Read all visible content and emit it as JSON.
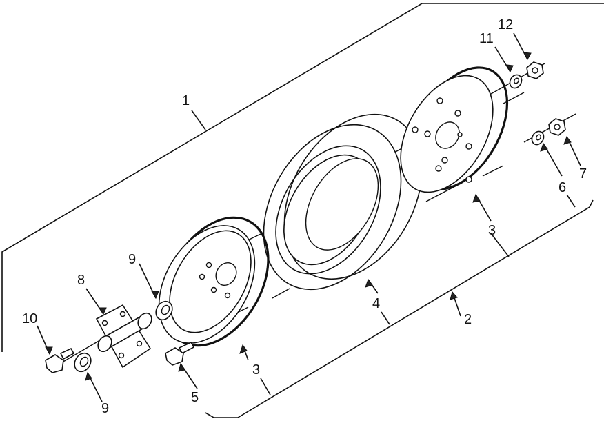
{
  "callouts": {
    "c1": "1",
    "c2": "2",
    "c3a": "3",
    "c3b": "3",
    "c4": "4",
    "c5": "5",
    "c6": "6",
    "c7": "7",
    "c8": "8",
    "c9a": "9",
    "c9b": "9",
    "c10": "10",
    "c11": "11",
    "c12": "12"
  }
}
